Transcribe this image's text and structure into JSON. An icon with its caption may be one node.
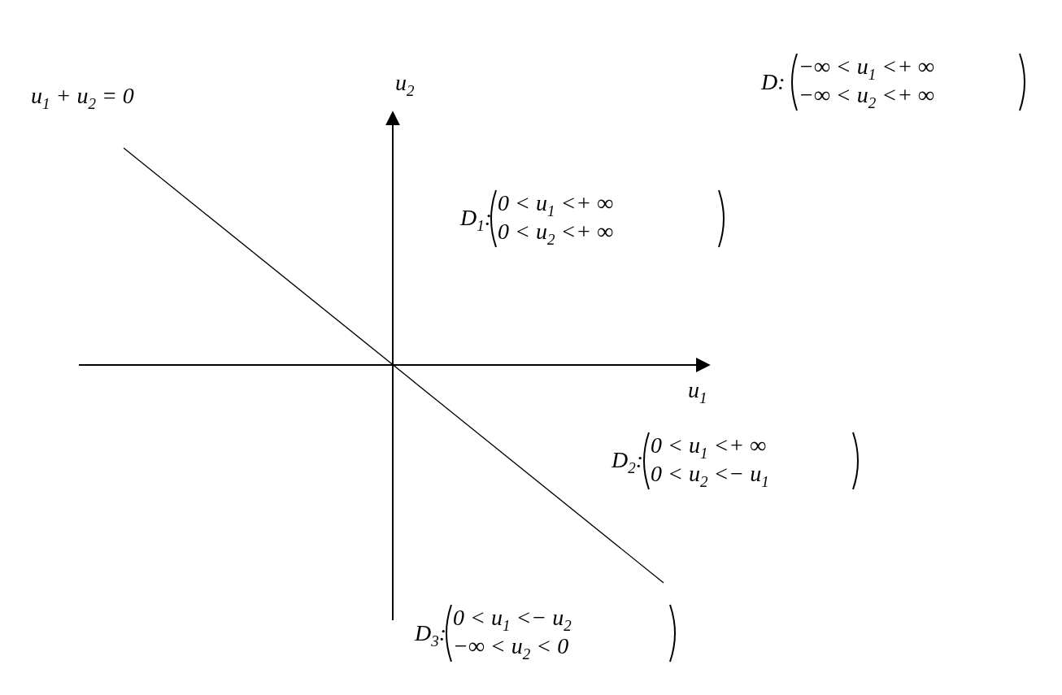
{
  "diagram": {
    "labels": [
      "u$_{2}$",
      "D:",
      "−∞ < u$_{1}$ <+ ∞",
      "−∞ < u$_{2}$ <+ ∞",
      "u$_{1}$ + u$_{2}$ = 0",
      "D$_{1}$:",
      "0 < u$_{1}$ <+ ∞",
      "0 < u$_{2}$ <+ ∞",
      "u$_{1}$",
      "D$_{2}$:",
      "0 < u$_{1}$ <+ ∞",
      "0 < u$_{2}$ <− u$_{1}$",
      "D$_{3}$:",
      "0 < u$_{1}$ <− u$_{2}$",
      "−∞ < u$_{2}$ < 0"
    ]
  }
}
